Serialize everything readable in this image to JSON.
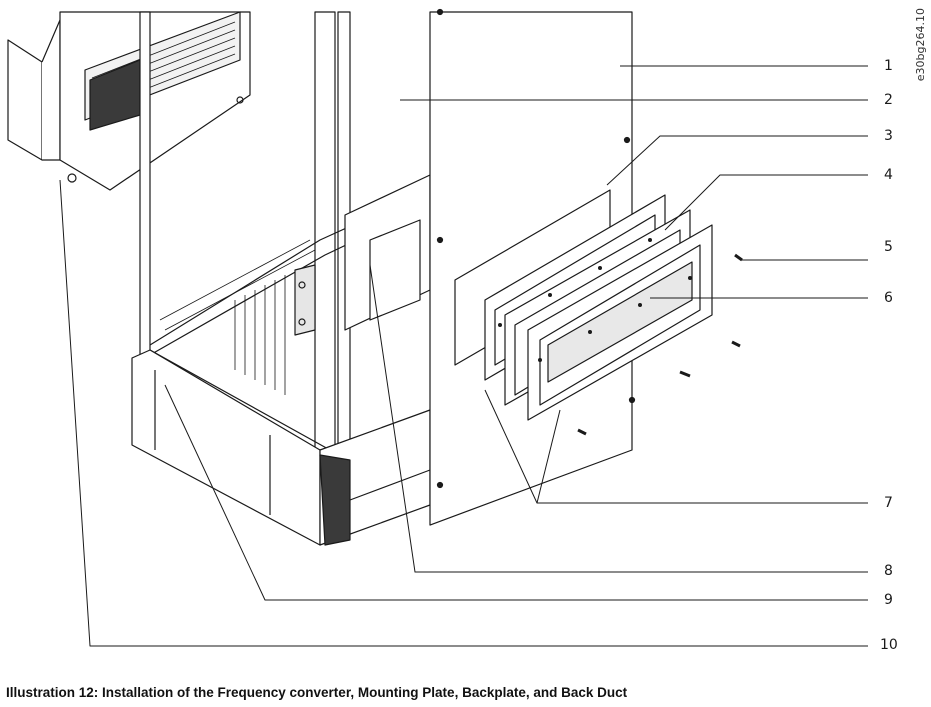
{
  "document_id": "e30bg264.10",
  "callouts": [
    "1",
    "2",
    "3",
    "4",
    "5",
    "6",
    "7",
    "8",
    "9",
    "10"
  ],
  "caption": "Illustration 12: Installation of the Frequency converter, Mounting Plate, Backplate, and Back Duct",
  "colors": {
    "line": "#1a1a1a",
    "panel": "#ffffff",
    "shade": "#d9d9d9",
    "dark": "#3a3a3a"
  }
}
